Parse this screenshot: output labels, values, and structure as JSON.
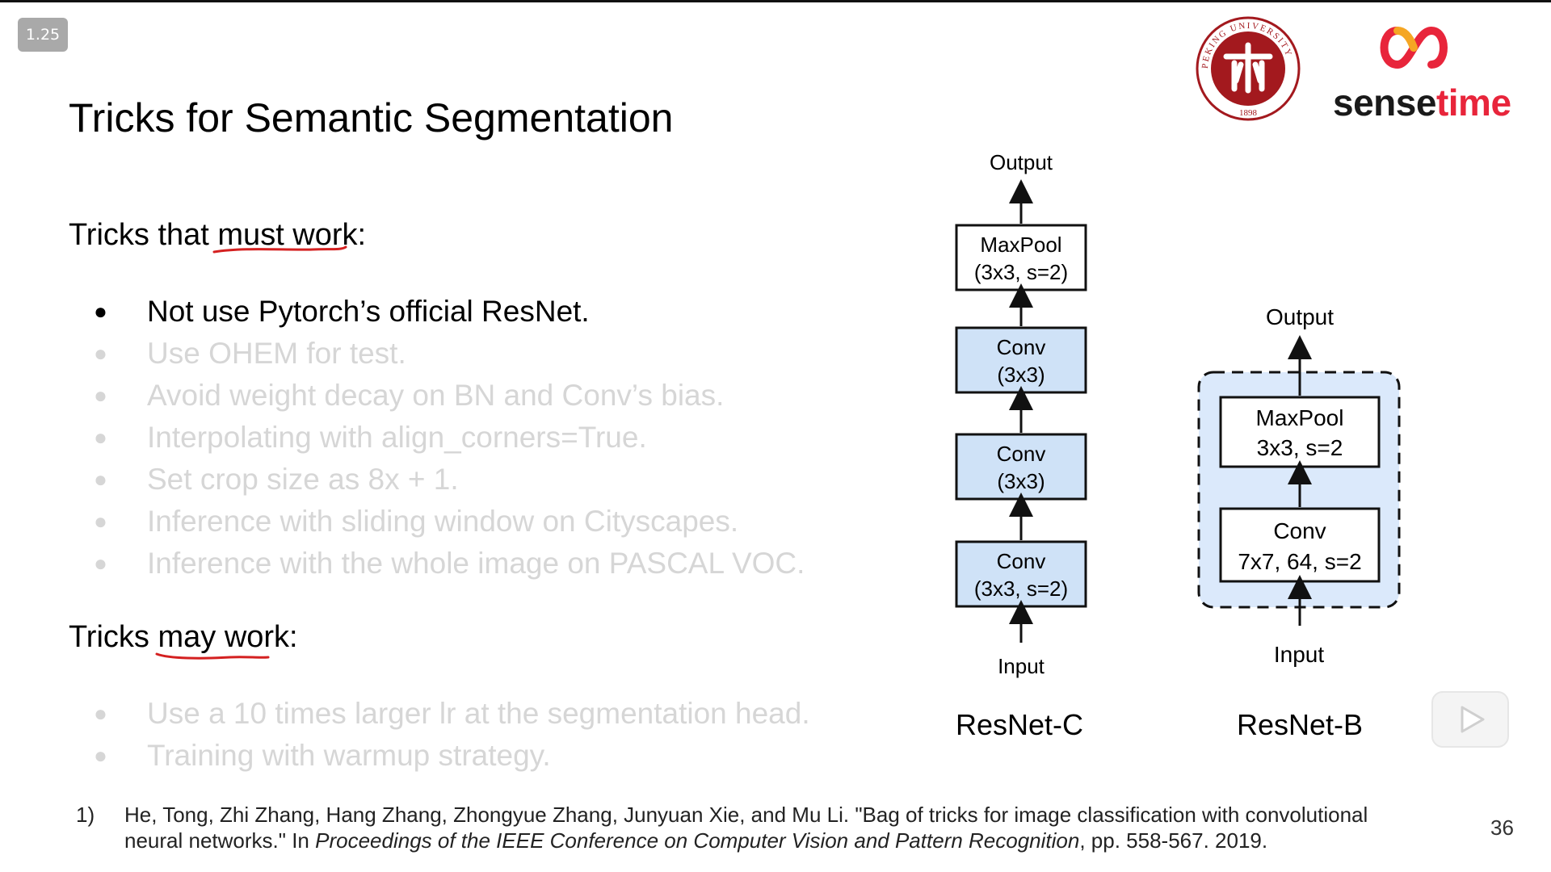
{
  "player": {
    "speed": "1.25"
  },
  "slide": {
    "title": "Tricks for Semantic Segmentation",
    "section1": {
      "pre": "Tricks that ",
      "underlined": "must work",
      "post": ":"
    },
    "section1_items": [
      {
        "text": "Not use Pytorch’s official ResNet.",
        "state": "active"
      },
      {
        "text": "Use OHEM for test.",
        "state": "faded"
      },
      {
        "text": "Avoid weight decay on BN and Conv’s bias.",
        "state": "faded"
      },
      {
        "text": "Interpolating with align_corners=True.",
        "state": "faded"
      },
      {
        "text": "Set crop size as 8x + 1.",
        "state": "faded"
      },
      {
        "text": "Inference with sliding window on Cityscapes.",
        "state": "faded"
      },
      {
        "text": "Inference with the whole image on PASCAL VOC.",
        "state": "faded"
      }
    ],
    "section2": {
      "pre": "Tricks ",
      "underlined": "may work",
      "post": ":"
    },
    "section2_items": [
      {
        "text": "Use a 10 times larger lr at the segmentation head.",
        "state": "faded"
      },
      {
        "text": "Training with warmup strategy.",
        "state": "faded"
      }
    ],
    "bullet_glyph": "●",
    "reference": {
      "num": "1)",
      "line1": "He, Tong, Zhi Zhang, Hang Zhang, Zhongyue Zhang, Junyuan Xie, and Mu Li. \"Bag of tricks for image classification with convolutional",
      "line2_pre": "neural networks.\" In ",
      "line2_italic": "Proceedings of the IEEE Conference on Computer Vision and Pattern Recognition",
      "line2_post": ", pp. 558-567. 2019."
    },
    "page_number": "36"
  },
  "diagram": {
    "resnet_c": {
      "caption": "ResNet-C",
      "output": "Output",
      "input": "Input",
      "boxes": [
        {
          "line1": "MaxPool",
          "line2": "(3x3, s=2)"
        },
        {
          "line1": "Conv",
          "line2": "(3x3)"
        },
        {
          "line1": "Conv",
          "line2": "(3x3)"
        },
        {
          "line1": "Conv",
          "line2": "(3x3, s=2)"
        }
      ]
    },
    "resnet_b": {
      "caption": "ResNet-B",
      "output": "Output",
      "input": "Input",
      "boxes": [
        {
          "line1": "MaxPool",
          "line2": "3x3, s=2"
        },
        {
          "line1": "Conv",
          "line2": "7x7, 64, s=2"
        }
      ]
    },
    "colors": {
      "box_fill": "#cfe2f7",
      "region_fill": "#dbe9fb",
      "underline": "#d42020"
    }
  },
  "logos": {
    "pku_seal_text": "PEKING UNIVERSITY 1898",
    "sensetime_prefix": "sense",
    "sensetime_suffix": "time",
    "sensetime_color": "#e8253b"
  }
}
